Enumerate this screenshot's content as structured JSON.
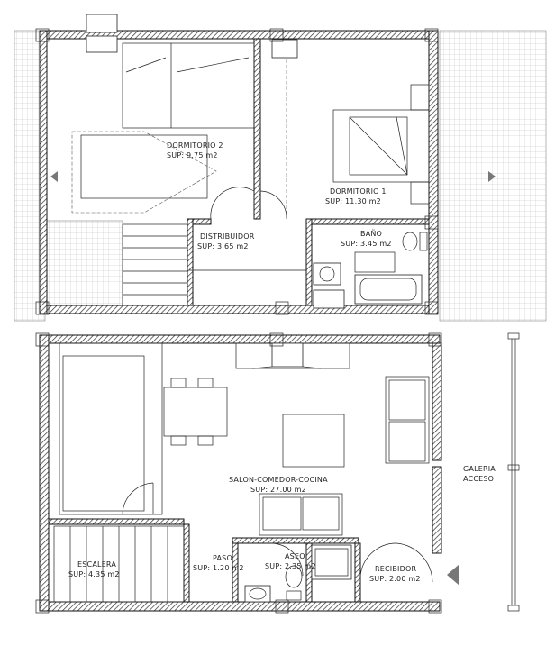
{
  "upper_floor": {
    "rooms": [
      {
        "name": "DORMITORIO 2",
        "area": "SUP: 9.75 m2"
      },
      {
        "name": "DORMITORIO 1",
        "area": "SUP: 11.30 m2"
      },
      {
        "name": "DISTRIBUIDOR",
        "area": "SUP: 3.65 m2"
      },
      {
        "name": "BAÑO",
        "area": "SUP: 3.45 m2"
      }
    ]
  },
  "lower_floor": {
    "rooms": [
      {
        "name": "SALON-COMEDOR-COCINA",
        "area": "SUP: 27.00 m2"
      },
      {
        "name": "ESCALERA",
        "area": "SUP: 4.35 m2"
      },
      {
        "name": "PASO",
        "area": "SUP: 1.20 m2"
      },
      {
        "name": "ASEO",
        "area": "SUP: 2.35 m2"
      },
      {
        "name": "RECIBIDOR",
        "area": "SUP: 2.00 m2"
      }
    ],
    "gallery": {
      "line1": "GALERIA",
      "line2": "ACCESO"
    }
  },
  "colors": {
    "line": "#111111",
    "hatch": "#333333",
    "tile": "#bbbbbb",
    "arrow": "#777777"
  }
}
